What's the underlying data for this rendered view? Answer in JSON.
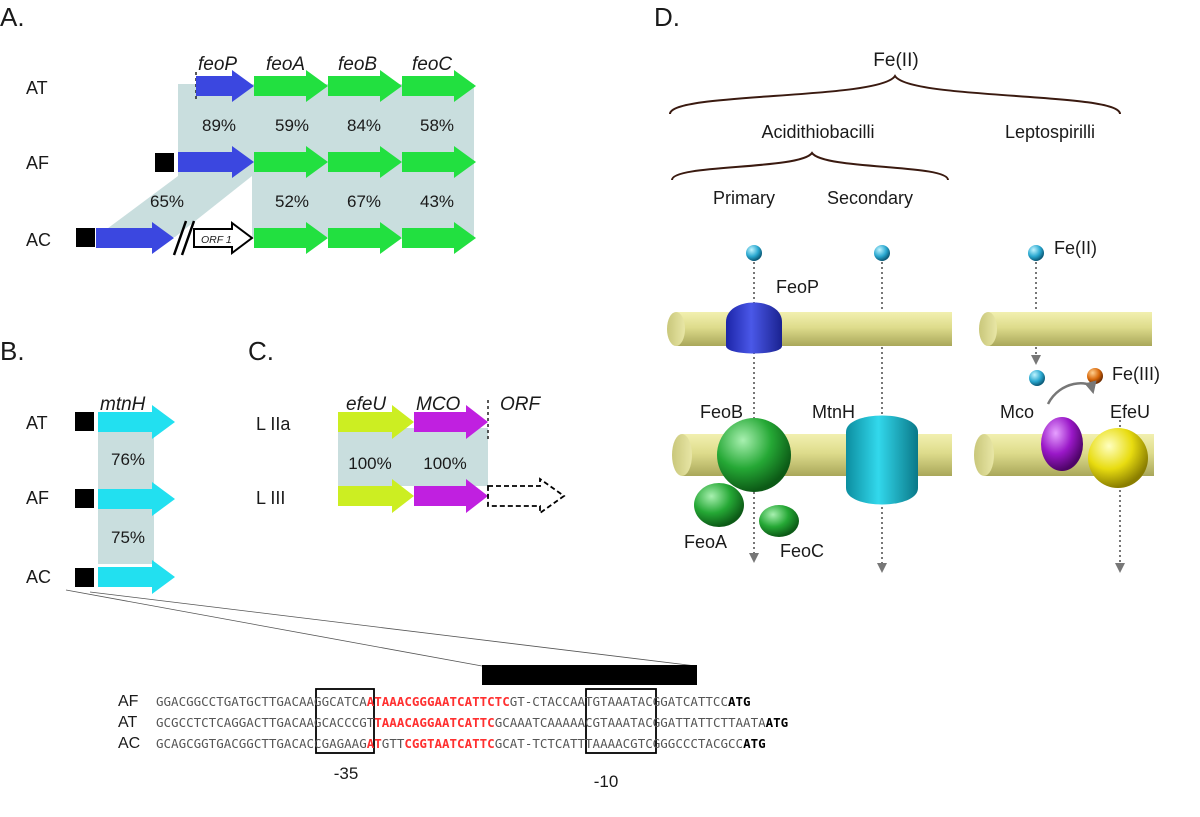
{
  "panels": {
    "a": "A.",
    "b": "B.",
    "c": "C.",
    "d": "D."
  },
  "panel_a": {
    "rows": [
      "AT",
      "AF",
      "AC"
    ],
    "genes": [
      "feoP",
      "feoA",
      "feoB",
      "feoC"
    ],
    "orf_label": "ORF 1",
    "identity_at_af": [
      "89%",
      "59%",
      "84%",
      "58%"
    ],
    "identity_af_ac": [
      "65%",
      "52%",
      "67%",
      "43%"
    ],
    "colors": {
      "feoP": "#3b47e0",
      "feo": "#22e040",
      "shade": "#c9dede"
    }
  },
  "panel_b": {
    "rows": [
      "AT",
      "AF",
      "AC"
    ],
    "gene": "mtnH",
    "identity": [
      "76%",
      "75%"
    ],
    "color": "#22e0f0"
  },
  "panel_c": {
    "rows": [
      "L IIa",
      "L III"
    ],
    "genes": [
      "efeU",
      "MCO",
      "ORF"
    ],
    "identity": [
      "100%",
      "100%"
    ],
    "colors": {
      "efeU": "#ccee22",
      "mco": "#c020e0"
    }
  },
  "panel_d": {
    "top": "Fe(II)",
    "groups": [
      "Acidithiobacilli",
      "Leptospirilli"
    ],
    "subgroups": [
      "Primary",
      "Secondary"
    ],
    "proteins": {
      "feop": "FeoP",
      "feob": "FeoB",
      "feoa": "FeoA",
      "feoc": "FeoC",
      "mtnh": "MtnH",
      "mco": "Mco",
      "efeu": "EfeU"
    },
    "ions": {
      "fe2": "Fe(II)",
      "fe3": "Fe(III)"
    }
  },
  "sequences": {
    "rows": [
      {
        "label": "AF",
        "parts": [
          {
            "t": "GGACGGCCTGATGC",
            "s": "n"
          },
          {
            "t": "TTGACA",
            "s": "n"
          },
          {
            "t": "AGGCATCA",
            "s": "n"
          },
          {
            "t": "ATAAACGGG",
            "s": "r"
          },
          {
            "t": "AATCAT",
            "s": "r"
          },
          {
            "t": "TCTC",
            "s": "r"
          },
          {
            "t": "GT-CTACCAATGTAAATACGGATCATTCC",
            "s": "n"
          },
          {
            "t": "ATG",
            "s": "b"
          }
        ]
      },
      {
        "label": "AT",
        "parts": [
          {
            "t": "GCGCCTCTCAGGAC",
            "s": "n"
          },
          {
            "t": "TTGACA",
            "s": "n"
          },
          {
            "t": "AGCACCCGT",
            "s": "n"
          },
          {
            "t": "TAAACAGG",
            "s": "r"
          },
          {
            "t": "AATCAT",
            "s": "r"
          },
          {
            "t": "TC",
            "s": "r"
          },
          {
            "t": "GC",
            "s": "n"
          },
          {
            "t": "AAATCAAAAACGTAAATACGGATTATTCTTAATA",
            "s": "n"
          },
          {
            "t": "ATG",
            "s": "b"
          }
        ]
      },
      {
        "label": "AC",
        "parts": [
          {
            "t": "GCAGCGGTGACGGC",
            "s": "n"
          },
          {
            "t": "TTGACA",
            "s": "n"
          },
          {
            "t": "CCGAGAAG",
            "s": "n"
          },
          {
            "t": "AT",
            "s": "r"
          },
          {
            "t": "GTT",
            "s": "n"
          },
          {
            "t": "CGGT",
            "s": "r"
          },
          {
            "t": "AATCAT",
            "s": "r"
          },
          {
            "t": "TC",
            "s": "r"
          },
          {
            "t": "GC",
            "s": "n"
          },
          {
            "t": "AT-TCTCATTTAAAACGTCGGGCCCTACGCC",
            "s": "n"
          },
          {
            "t": "ATG",
            "s": "b"
          }
        ]
      }
    ],
    "box_35": "-35",
    "box_10": "-10",
    "colors": {
      "red": "#ff3030",
      "gray": "#555555"
    }
  }
}
